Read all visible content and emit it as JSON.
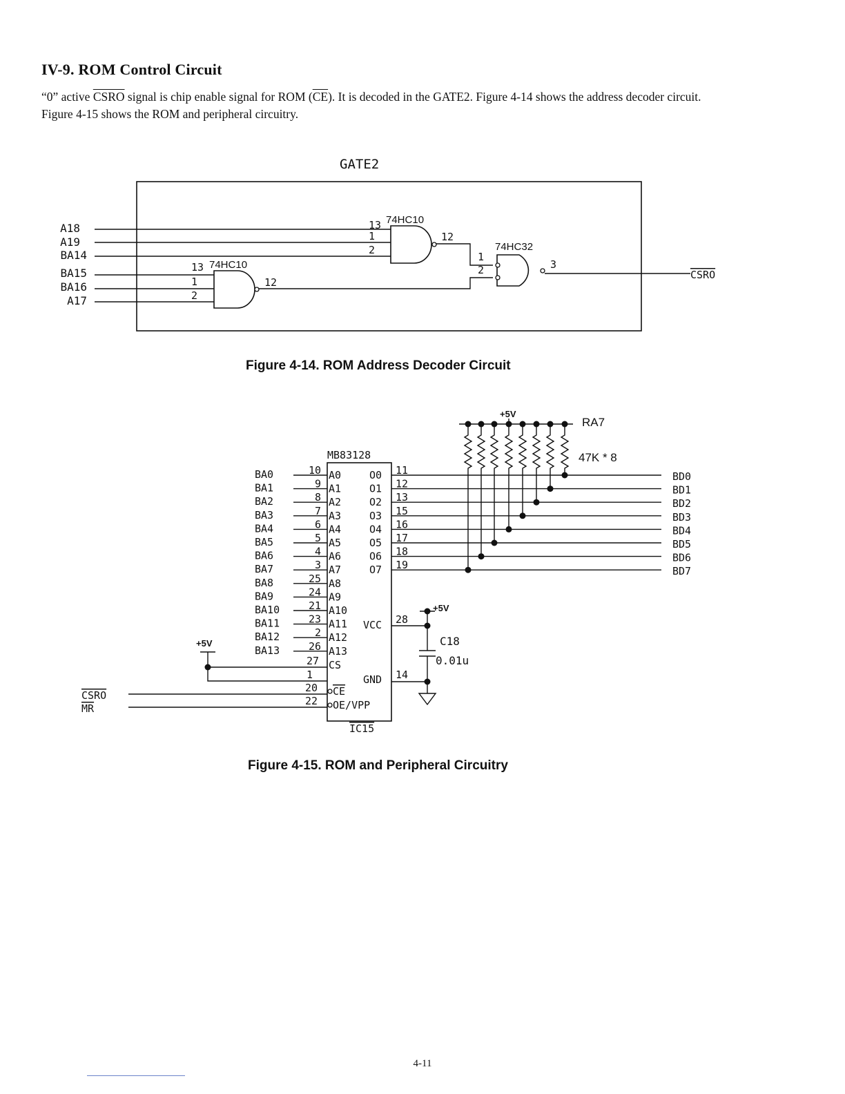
{
  "section": {
    "heading": "IV-9. ROM Control Circuit",
    "p_pre": "“0” active ",
    "p_sig": "CSRO",
    "p_mid": " signal is chip enable signal for ROM (",
    "p_ce": "CE",
    "p_post": "). It is decoded in the GATE2. Figure 4-14 shows the address decoder circuit. Figure 4-15 shows the ROM and peripheral circuitry."
  },
  "fig14": {
    "title": "GATE2",
    "caption": "Figure 4-14. ROM Address Decoder Circuit",
    "inputs": [
      "A18",
      "A19",
      "BA14",
      "BA15",
      "BA16",
      "A17"
    ],
    "gate_a": {
      "part": "74HC10",
      "pins": [
        "13",
        "1",
        "2"
      ],
      "out": "12"
    },
    "gate_b": {
      "part": "74HC10",
      "pins": [
        "13",
        "1",
        "2"
      ],
      "out": "12"
    },
    "gate_c": {
      "part": "74HC32",
      "pins": [
        "1",
        "2"
      ],
      "out": "3"
    },
    "output": "CSRO"
  },
  "fig15": {
    "caption": "Figure 4-15. ROM and Peripheral Circuitry",
    "chip_name": "MB83128",
    "chip_ref": "IC15",
    "supply": "+5V",
    "pullup_ref": "RA7",
    "pullup_value": "47K * 8",
    "address_pins": [
      {
        "net": "BA0",
        "pin": "10",
        "name": "A0"
      },
      {
        "net": "BA1",
        "pin": "9",
        "name": "A1"
      },
      {
        "net": "BA2",
        "pin": "8",
        "name": "A2"
      },
      {
        "net": "BA3",
        "pin": "7",
        "name": "A3"
      },
      {
        "net": "BA4",
        "pin": "6",
        "name": "A4"
      },
      {
        "net": "BA5",
        "pin": "5",
        "name": "A5"
      },
      {
        "net": "BA6",
        "pin": "4",
        "name": "A6"
      },
      {
        "net": "BA7",
        "pin": "3",
        "name": "A7"
      },
      {
        "net": "BA8",
        "pin": "25",
        "name": "A8"
      },
      {
        "net": "BA9",
        "pin": "24",
        "name": "A9"
      },
      {
        "net": "BA10",
        "pin": "21",
        "name": "A10"
      },
      {
        "net": "BA11",
        "pin": "23",
        "name": "A11"
      },
      {
        "net": "BA12",
        "pin": "2",
        "name": "A12"
      },
      {
        "net": "BA13",
        "pin": "26",
        "name": "A13"
      }
    ],
    "data_pins": [
      {
        "name": "O0",
        "pin": "11",
        "net": "BD0"
      },
      {
        "name": "O1",
        "pin": "12",
        "net": "BD1"
      },
      {
        "name": "O2",
        "pin": "13",
        "net": "BD2"
      },
      {
        "name": "O3",
        "pin": "15",
        "net": "BD3"
      },
      {
        "name": "O4",
        "pin": "16",
        "net": "BD4"
      },
      {
        "name": "O5",
        "pin": "17",
        "net": "BD5"
      },
      {
        "name": "O6",
        "pin": "18",
        "net": "BD6"
      },
      {
        "name": "O7",
        "pin": "19",
        "net": "BD7"
      }
    ],
    "cs": {
      "pins": [
        "27",
        "1"
      ],
      "name": "CS"
    },
    "ce": {
      "net": "CSRO",
      "pin": "20",
      "name": "CE"
    },
    "oe": {
      "net": "MR",
      "pin": "22",
      "name": "OE/VPP"
    },
    "vcc": {
      "name": "VCC",
      "pin": "28"
    },
    "gnd": {
      "name": "GND",
      "pin": "14"
    },
    "cap": {
      "ref": "C18",
      "value": "0.01u"
    }
  },
  "page_number": "4-11"
}
